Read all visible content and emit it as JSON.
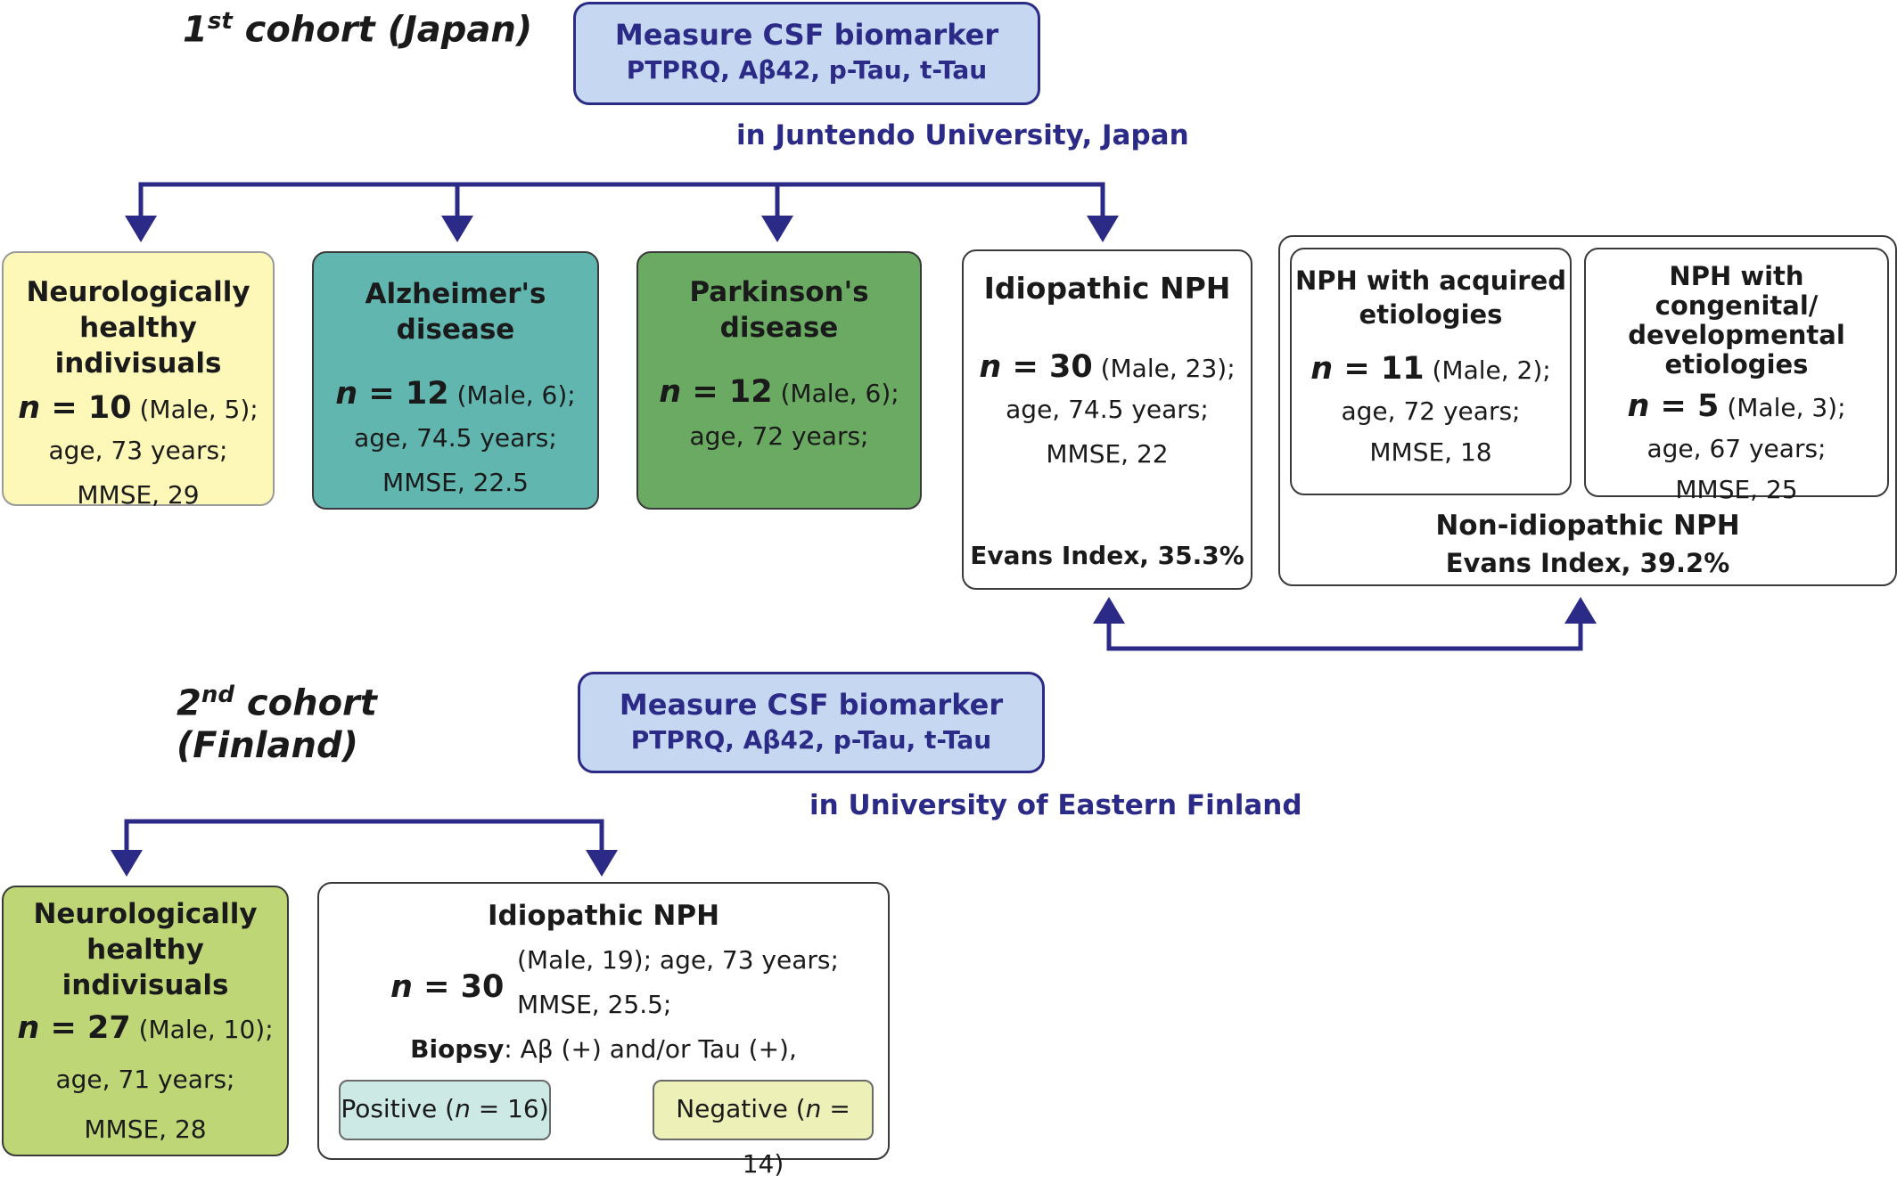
{
  "cohort1": {
    "label_prefix": "1",
    "label_sup": "st",
    "label_suffix": " cohort (Japan)",
    "measure_title": "Measure CSF biomarker",
    "measure_markers": "PTPRQ,  Aβ42, p-Tau, t-Tau",
    "location": "in Juntendo University, Japan",
    "groups": {
      "healthy": {
        "title1": "Neurologically",
        "title2": "healthy indivisuals",
        "n_prefix": "n",
        "n_suffix": " = 10",
        "male": " (Male, 5);",
        "age": "age, 73 years;",
        "mmse": "MMSE, 29",
        "color": "#fdf7b8"
      },
      "alzheimer": {
        "title": "Alzheimer's disease",
        "n_prefix": "n",
        "n_suffix": " = 12",
        "male": "  (Male, 6);",
        "age": "age, 74.5 years;",
        "mmse": "MMSE, 22.5",
        "color": "#62b6b0"
      },
      "parkinson": {
        "title": "Parkinson's disease",
        "n_prefix": "n",
        "n_suffix": " = 12",
        "male": "  (Male, 6);",
        "age": "age, 72 years;",
        "color": "#6aaa62"
      },
      "inph": {
        "title": "Idiopathic NPH",
        "n_prefix": "n",
        "n_suffix": " = 30",
        "male": "  (Male, 23);",
        "age": "age, 74.5 years;",
        "mmse": "MMSE, 22",
        "evans": "Evans Index, 35.3%"
      },
      "acquired": {
        "title1": "NPH with acquired",
        "title2": "etiologies",
        "n_prefix": "n",
        "n_suffix": " = 11",
        "male": "  (Male, 2);",
        "age": "age, 72 years;",
        "mmse": "MMSE, 18"
      },
      "congenital": {
        "title1": "NPH with congenital/",
        "title2": "developmental",
        "title3": "etiologies",
        "n_prefix": "n",
        "n_suffix": " = 5",
        "male": "  (Male, 3);",
        "age": "age, 67 years;",
        "mmse": "MMSE, 25"
      },
      "non_idiopathic": {
        "title": "Non-idiopathic NPH",
        "evans": "Evans Index, 39.2%"
      }
    }
  },
  "cohort2": {
    "label_prefix": "2",
    "label_sup": "nd",
    "label_suffix": " cohort (Finland)",
    "measure_title": "Measure CSF biomarker",
    "measure_markers": "PTPRQ,  Aβ42, p-Tau, t-Tau",
    "location": "in University of Eastern Finland",
    "groups": {
      "healthy": {
        "title1": "Neurologically",
        "title2": "healthy indivisuals",
        "n_prefix": "n",
        "n_suffix": " = 27",
        "male": " (Male, 10);",
        "age": "age, 71 years;",
        "mmse": "MMSE, 28",
        "color": "#bed676"
      },
      "inph": {
        "title": "Idiopathic NPH",
        "n_prefix": "n",
        "n_suffix": " = 30",
        "line1": "(Male, 19); age, 73 years;",
        "line2": "MMSE, 25.5;",
        "biopsy_label": "Biopsy",
        "biopsy_text": ": Aβ (+) and/or Tau (+),",
        "positive": {
          "pre": "Positive (",
          "n": "n",
          "post": " = 16)",
          "color": "#cde9e6"
        },
        "negative": {
          "pre": "Negative (",
          "n": "n",
          "post": " = 14)",
          "color": "#edf1b8"
        }
      }
    }
  },
  "colors": {
    "arrow": "#2b2a86",
    "measure_fill": "#c6d7f1"
  }
}
